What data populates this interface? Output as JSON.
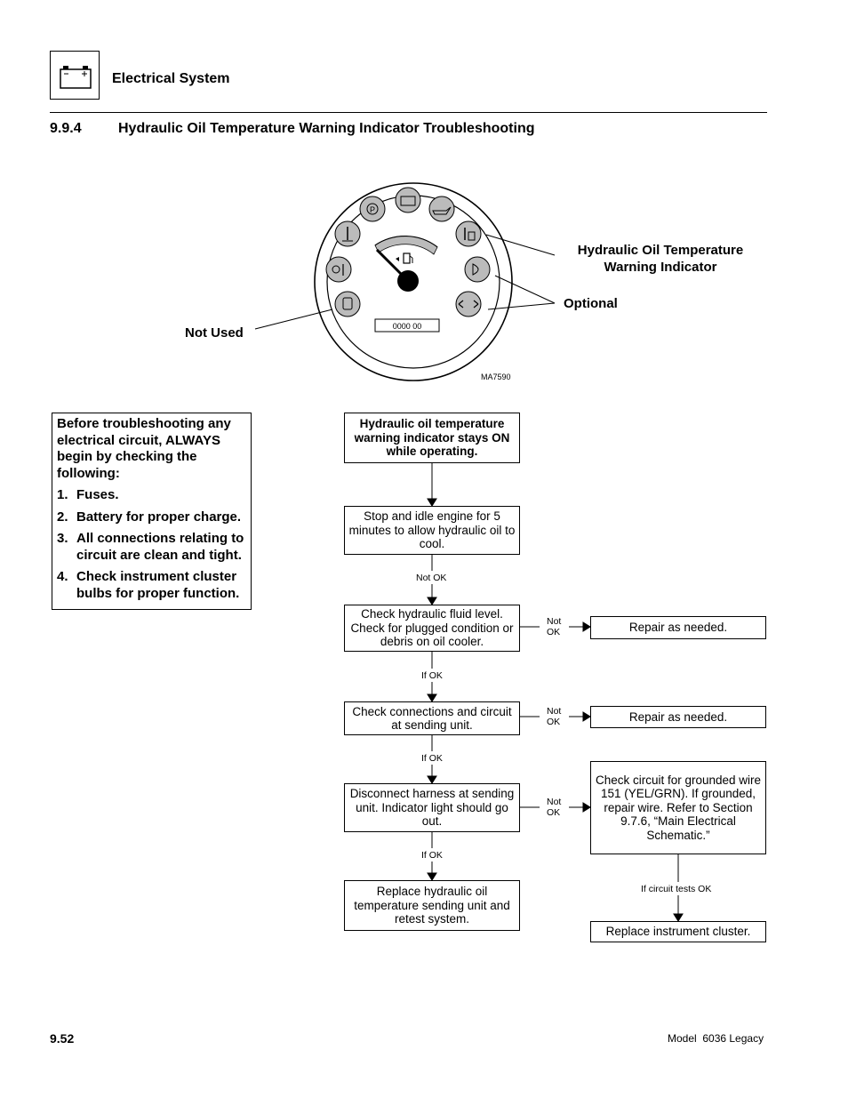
{
  "header": {
    "section_name": "Electrical System"
  },
  "section": {
    "number": "9.9.4",
    "title": "Hydraulic Oil Temperature Warning Indicator Troubleshooting"
  },
  "figure": {
    "callouts": {
      "hydraulic_line1": "Hydraulic Oil Temperature",
      "hydraulic_line2": "Warning Indicator",
      "optional": "Optional",
      "not_used": "Not Used"
    },
    "hour_meter": "0000 00",
    "figure_id": "MA7590",
    "icons": [
      "parking-brake-icon",
      "battery-icon",
      "engine-oil-icon",
      "coolant-temp-icon",
      "hydraulic-temp-icon",
      "headlight-icon",
      "turn-signal-icon",
      "hydraulic-filter-icon",
      "engine-temp-gear-icon",
      "seatbelt-icon",
      "fuel-icon"
    ]
  },
  "note": {
    "intro": "Before troubleshooting any electrical circuit, ALWAYS begin by checking the following:",
    "items": [
      {
        "num": "1.",
        "text": "Fuses."
      },
      {
        "num": "2.",
        "text": "Battery for proper charge."
      },
      {
        "num": "3.",
        "text": "All connections relating to circuit are clean and tight."
      },
      {
        "num": "4.",
        "text": "Check instrument cluster bulbs for proper function."
      }
    ]
  },
  "flowchart": {
    "symptom": "Hydraulic oil temperature warning indicator stays ON while operating.",
    "step1": "Stop and idle engine for 5 minutes to allow hydraulic oil to cool.",
    "step2": "Check hydraulic fluid level. Check for plugged condition or debris on oil cooler.",
    "step3": "Check connections and circuit at sending unit.",
    "step4": "Disconnect harness at sending unit. Indicator light should go out.",
    "step5": "Replace hydraulic oil temperature sending unit and retest system.",
    "repair1": "Repair as needed.",
    "repair2": "Repair as needed.",
    "check_ground": "Check circuit for grounded wire 151 (YEL/GRN). If grounded, repair wire. Refer to Section 9.7.6, “Main Electrical Schematic.”",
    "replace_cluster": "Replace instrument cluster.",
    "labels": {
      "not_ok": "Not OK",
      "not": "Not",
      "ok": "OK",
      "if_ok": "If OK",
      "if_circuit_ok": "If circuit tests OK"
    }
  },
  "footer": {
    "page": "9.52",
    "model": "Model  6036 Legacy"
  }
}
